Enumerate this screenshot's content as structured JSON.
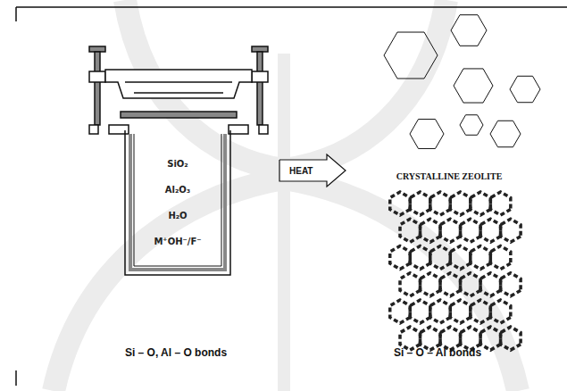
{
  "diagram": {
    "nodes": [
      {
        "text": [
          "SiO₂",
          "Al₂O₃",
          "H₂O",
          "M⁺OH⁻/F⁻"
        ]
      },
      {
        "text": [
          "HEAT"
        ]
      }
    ],
    "labels": [
      "CRYSTALLINE ZEOLITE",
      "Si – O, Al – O bonds",
      "Si – O – Al bonds"
    ]
  }
}
